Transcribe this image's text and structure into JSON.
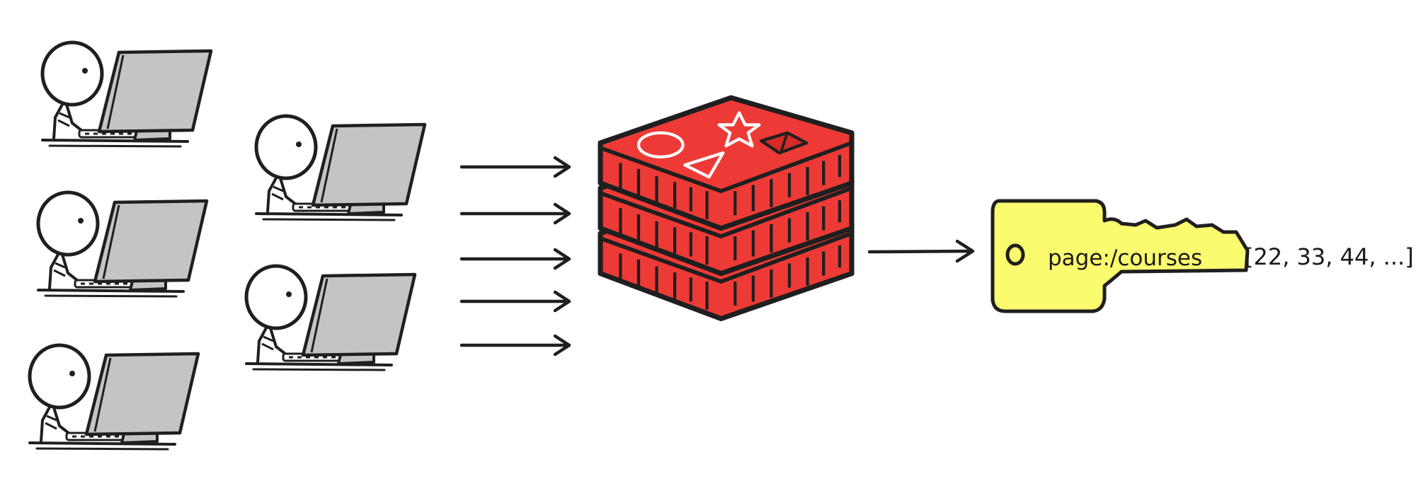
{
  "diagram": {
    "users": [
      {
        "id": "user-1"
      },
      {
        "id": "user-2"
      },
      {
        "id": "user-3"
      },
      {
        "id": "user-4"
      },
      {
        "id": "user-5"
      }
    ],
    "request_arrow_count": 5,
    "cache": {
      "icon": "redis-stack-icon",
      "colors": {
        "fill": "#ee3a36",
        "stroke": "#1f1f1f",
        "shapes": "#ffffff"
      }
    },
    "key": {
      "label": "page:/courses",
      "icon": "key-icon",
      "color": "#fbfb6f"
    },
    "value": "[22, 33, 44, ...]",
    "colors": {
      "monitor": "#c4c4c4",
      "outline": "#1f1f1f",
      "background": "#ffffff"
    }
  }
}
